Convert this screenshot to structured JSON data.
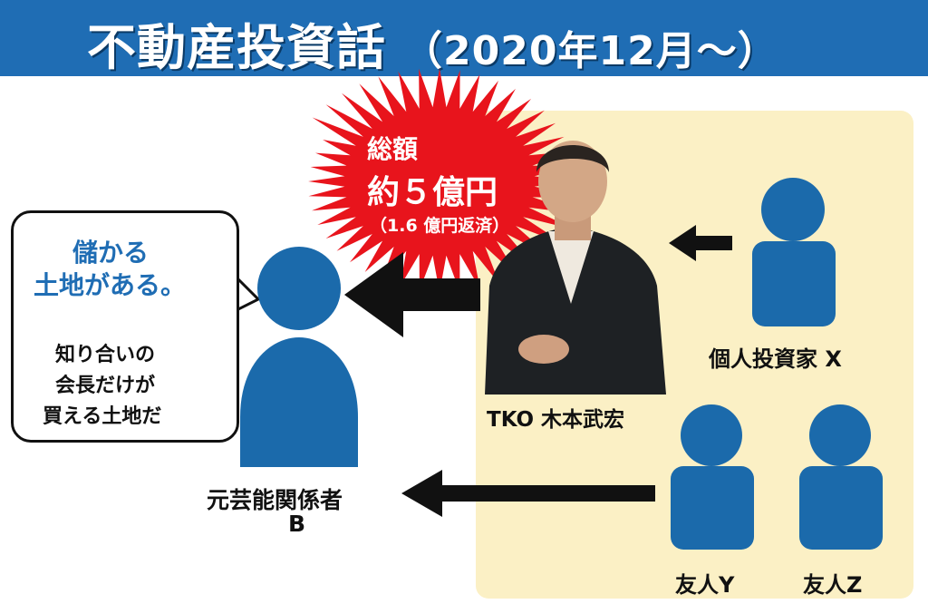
{
  "header": {
    "title": "不動産投資話",
    "subtitle": "（2020年12月〜）"
  },
  "burst": {
    "line1": "総額",
    "line2": "約５億円",
    "line3": "（1.6 億円返済）"
  },
  "bubble": {
    "headline_1": "儲かる",
    "headline_2": "土地がある。",
    "quote_1": "知り合いの",
    "quote_2": "会長だけが",
    "quote_3": "買える土地だ"
  },
  "people": {
    "kimoto": "TKO 木本武宏",
    "b_role": "元芸能関係者",
    "b_name": "B",
    "investor_x": "個人投資家 X",
    "friend_y": "友人Y",
    "friend_z": "友人Z"
  },
  "colors": {
    "header": "#1f6db4",
    "figure": "#1b6aab",
    "burst": "#e8141c",
    "panel": "#fbf0c5"
  }
}
